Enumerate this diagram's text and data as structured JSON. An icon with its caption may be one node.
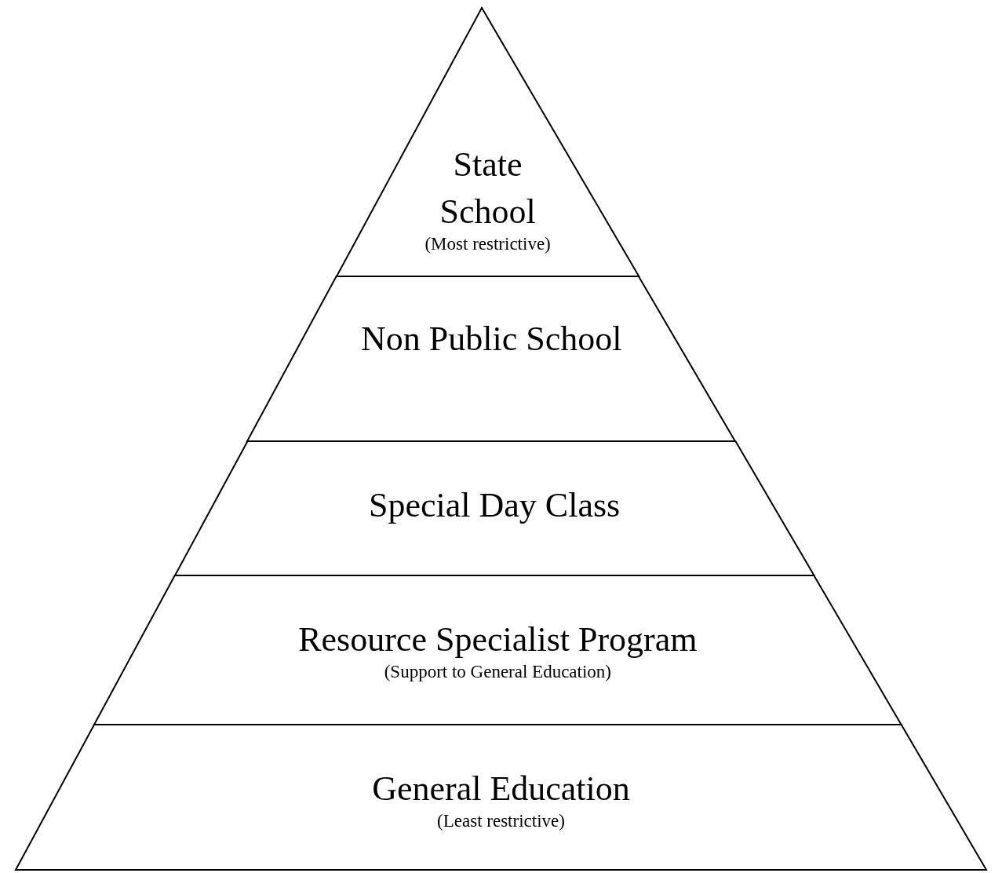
{
  "diagram": {
    "nodes": [
      {
        "text": [
          "State School",
          "(Most restrictive)"
        ]
      },
      {
        "text": [
          "Non Public School"
        ]
      },
      {
        "text": [
          "Special Day Class"
        ]
      },
      {
        "text": [
          "Resource Specialist Program",
          "(Support to General Education)"
        ]
      },
      {
        "text": [
          "General Education",
          "(Least restrictive)"
        ]
      }
    ]
  }
}
